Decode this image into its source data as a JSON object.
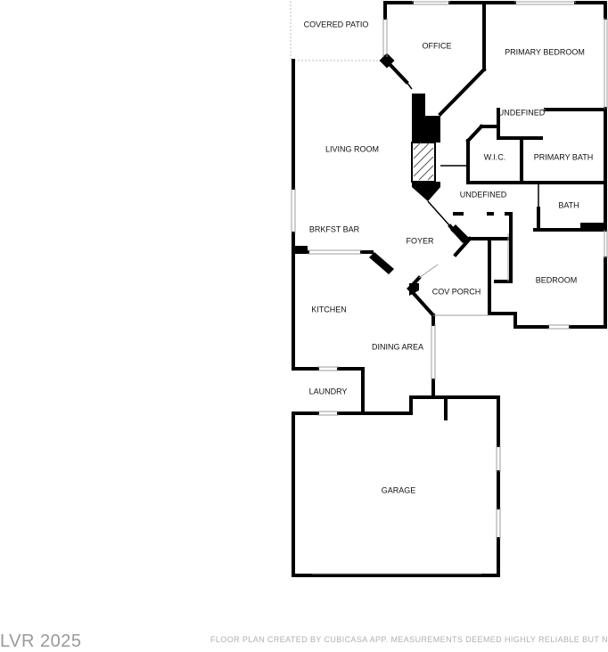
{
  "rooms": {
    "covered_patio": "COVERED PATIO",
    "office": "OFFICE",
    "primary_bedroom": "PRIMARY BEDROOM",
    "undefined_closet": "UNDEFINED",
    "living_room": "LIVING ROOM",
    "wic": "W.I.C.",
    "primary_bath": "PRIMARY BATH",
    "undefined_hall": "UNDEFINED",
    "bath": "BATH",
    "brkfst_bar": "BRKFST BAR",
    "foyer": "FOYER",
    "cov_porch": "COV PORCH",
    "bedroom": "BEDROOM",
    "kitchen": "KITCHEN",
    "dining_area": "DINING AREA",
    "laundry": "LAUNDRY",
    "garage": "GARAGE"
  },
  "footer": {
    "watermark": "LVR 2025",
    "disclaimer": "FLOOR PLAN CREATED BY CUBICASA APP. MEASUREMENTS DEEMED HIGHLY RELIABLE BUT N"
  },
  "colors": {
    "wall": "#000000",
    "window": "#9e9e9e",
    "label": "#111111",
    "watermark": "#9a9a9a"
  }
}
